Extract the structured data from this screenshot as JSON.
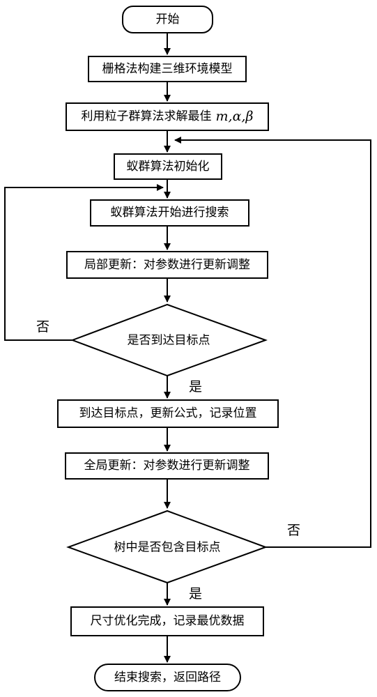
{
  "flowchart": {
    "start": "开始",
    "step1": "栅格法构建三维环境模型",
    "step2_text": "利用粒子群算法求解最佳",
    "step2_math": "m,α,β",
    "step3": "蚁群算法初始化",
    "step4": "蚁群算法开始进行搜索",
    "step5": "局部更新：对参数进行更新调整",
    "decision1": "是否到达目标点",
    "step6": "到达目标点，更新公式，记录位置",
    "step7": "全局更新：对参数进行更新调整",
    "decision2": "树中是否包含目标点",
    "step8": "尺寸优化完成，记录最优数据",
    "end": "结束搜索，返回路径",
    "yes_label": "是",
    "no_label": "否"
  }
}
